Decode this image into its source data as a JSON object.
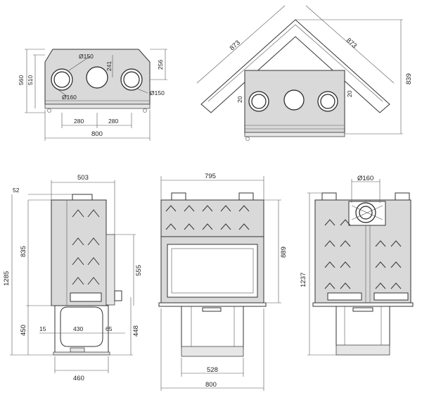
{
  "views": {
    "top_front": {
      "labels": [
        "560",
        "510",
        "Ø150",
        "241",
        "256",
        "Ø160",
        "Ø150",
        "280",
        "280",
        "800"
      ]
    },
    "top_corner": {
      "labels": [
        "873",
        "873",
        "839",
        "20",
        "20"
      ]
    },
    "side": {
      "labels": [
        "503",
        "52",
        "835",
        "1285",
        "555",
        "450",
        "448",
        "15",
        "430",
        "65",
        "460"
      ]
    },
    "front": {
      "labels": [
        "795",
        "889",
        "528",
        "800"
      ]
    },
    "corner_front": {
      "labels": [
        "Ø160",
        "1237"
      ]
    }
  }
}
